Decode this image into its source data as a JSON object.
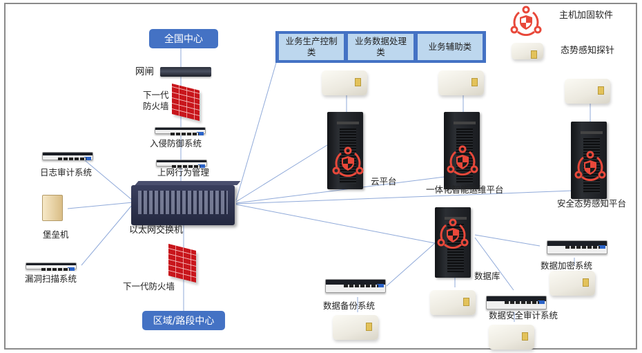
{
  "diagram": {
    "centers": {
      "national": "全国中心",
      "regional": "区域/路段中心"
    },
    "business_group": [
      {
        "label": "业务生产控制类"
      },
      {
        "label": "业务数据处理类"
      },
      {
        "label": "业务辅助类"
      }
    ],
    "legend": [
      {
        "icon": "host-hardening-icon",
        "label": "主机加固软件"
      },
      {
        "icon": "probe-icon",
        "label": "态势感知探针"
      }
    ],
    "left_chain": {
      "gateway": "网闸",
      "firewall_top": "下一代\n防火墙",
      "firewall_top_line1": "下一代",
      "firewall_top_line2": "防火墙",
      "ips": "入侵防御系统",
      "behavior_mgmt": "上网行为管理",
      "switch": "以太网交换机",
      "firewall_bottom": "下一代防火墙"
    },
    "left_devices": {
      "log_audit": "日志审计系统",
      "bastion": "堡垒机",
      "vuln_scan": "漏洞扫描系统"
    },
    "platforms": {
      "cloud": "云平台",
      "ops": "一体化智能运维平台",
      "situation": "安全态势感知平台",
      "database": "数据库"
    },
    "data_systems": {
      "encryption": "数据加密系统",
      "backup": "数据备份系统",
      "db_audit": "数据安全审计系统"
    },
    "colors": {
      "accent_blue": "#4472c4",
      "light_blue": "#bdd7ee",
      "link_line": "#8fa9d9",
      "hardening_red": "#e8483a"
    }
  }
}
